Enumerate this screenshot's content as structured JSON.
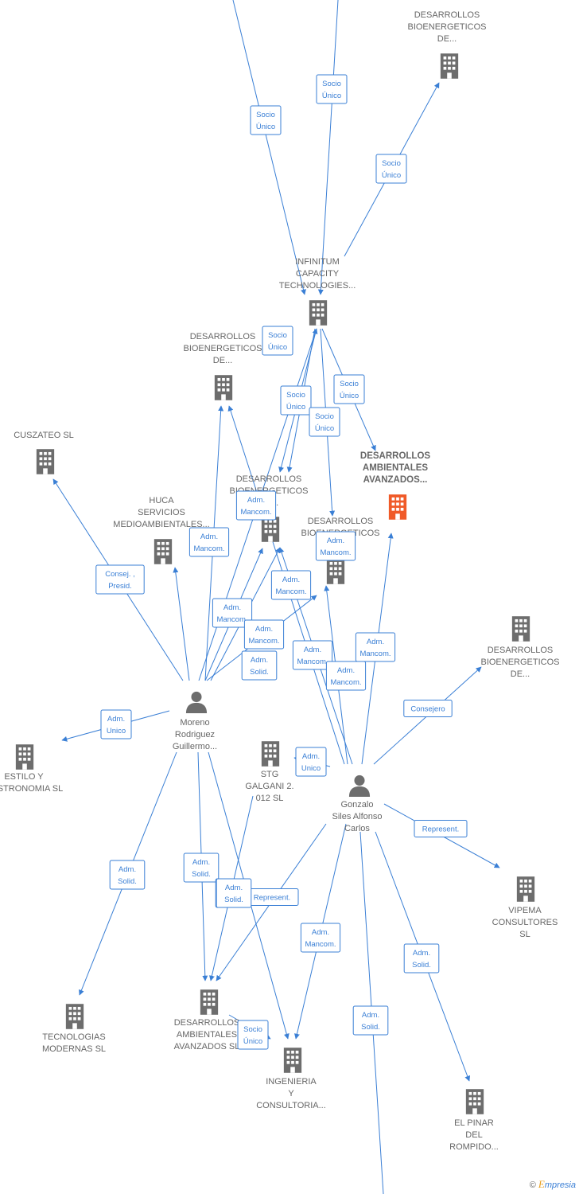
{
  "colors": {
    "edge": "#3a7fd5",
    "company": "#6d6d6d",
    "highlight": "#f05a28",
    "person": "#6d6d6d"
  },
  "brand": {
    "copyright": "©",
    "logo_letter": "E",
    "logo_rest": "mpresia"
  },
  "nodes": [
    {
      "id": "desbio_top",
      "type": "company",
      "lines": [
        "DESARROLLOS",
        "BIOENERGETICOS",
        "DE..."
      ]
    },
    {
      "id": "infinitum",
      "type": "company",
      "lines": [
        "INFINITUM",
        "CAPACITY",
        "TECHNOLOGIES..."
      ]
    },
    {
      "id": "desbio_mid",
      "type": "company",
      "lines": [
        "DESARROLLOS",
        "BIOENERGETICOS",
        "DE..."
      ]
    },
    {
      "id": "cuszateo",
      "type": "company",
      "lines": [
        "CUSZATEO SL"
      ]
    },
    {
      "id": "desamb_hl",
      "type": "company",
      "highlight": true,
      "lines": [
        "DESARROLLOS",
        "AMBIENTALES",
        "AVANZADOS..."
      ]
    },
    {
      "id": "desbio_c",
      "type": "company",
      "lines": [
        "DESARROLLOS",
        "BIOENERGETICOS",
        "DE..."
      ]
    },
    {
      "id": "huca",
      "type": "company",
      "lines": [
        "HUCA",
        "SERVICIOS",
        "MEDIOAMBIENTALES..."
      ]
    },
    {
      "id": "desarr_r",
      "type": "company",
      "lines": [
        "DESARROLLOS",
        "BIOENERGETICOS",
        "DE..."
      ]
    },
    {
      "id": "desbio_right",
      "type": "company",
      "lines": [
        "DESARROLLOS",
        "BIOENERGETICOS",
        "DE..."
      ]
    },
    {
      "id": "moreno",
      "type": "person",
      "lines": [
        "Moreno",
        "Rodriguez",
        "Guillermo..."
      ]
    },
    {
      "id": "estilo",
      "type": "company",
      "lines": [
        "ESTILO Y",
        "GASTRONOMIA SL"
      ]
    },
    {
      "id": "stg",
      "type": "company",
      "lines": [
        "STG",
        "GALGANI 2.",
        "012  SL"
      ]
    },
    {
      "id": "gonzalo",
      "type": "person",
      "lines": [
        "Gonzalo",
        "Siles Alfonso",
        "Carlos"
      ]
    },
    {
      "id": "vipema",
      "type": "company",
      "lines": [
        "VIPEMA",
        "CONSULTORES",
        "SL"
      ]
    },
    {
      "id": "tecno",
      "type": "company",
      "lines": [
        "TECNOLOGIAS",
        "MODERNAS  SL"
      ]
    },
    {
      "id": "desamb_sl",
      "type": "company",
      "lines": [
        "DESARROLLOS",
        "AMBIENTALES",
        "AVANZADOS  SL"
      ]
    },
    {
      "id": "ingenieria",
      "type": "company",
      "lines": [
        "INGENIERIA",
        "Y",
        "CONSULTORIA..."
      ]
    },
    {
      "id": "elpinar",
      "type": "company",
      "lines": [
        "EL PINAR",
        "DEL",
        "ROMPIDO..."
      ]
    }
  ],
  "edges": [
    {
      "from": "top_off_a",
      "to": "infinitum",
      "label": [
        "Socio",
        "Único"
      ]
    },
    {
      "from": "top_off_b",
      "to": "infinitum",
      "label": [
        "Socio",
        "Único"
      ]
    },
    {
      "from": "infinitum",
      "to": "desbio_top",
      "label": [
        "Socio",
        "Único"
      ]
    },
    {
      "from": "infinitum",
      "to": "desbio_c",
      "label": [
        "Socio",
        "Único"
      ]
    },
    {
      "from": "infinitum",
      "to": "desamb_hl",
      "label": [
        "Socio",
        "Único"
      ]
    },
    {
      "from": "infinitum",
      "to": "desarr_r",
      "label": [
        "Socio",
        "Único"
      ]
    },
    {
      "from": "infinitum",
      "to": "desbio_c",
      "label": [
        "Socio",
        "Único"
      ]
    },
    {
      "from": "moreno",
      "to": "cuszateo",
      "label": [
        "Consej. ,",
        "Presid."
      ]
    },
    {
      "from": "moreno",
      "to": "desbio_mid",
      "label": [
        "Adm.",
        "Mancom."
      ]
    },
    {
      "from": "moreno",
      "to": "huca",
      "label": [
        "Adm.",
        "Mancom."
      ]
    },
    {
      "from": "moreno",
      "to": "desbio_c",
      "label": [
        "Adm.",
        "Mancom."
      ]
    },
    {
      "from": "moreno",
      "to": "desarr_r",
      "label": [
        "Adm.",
        "Mancom."
      ]
    },
    {
      "from": "moreno",
      "to": "desbio_c",
      "label": [
        "Adm.",
        "Mancom."
      ]
    },
    {
      "from": "moreno",
      "to": "infinitum",
      "label": [
        "Adm.",
        "Solid."
      ]
    },
    {
      "from": "moreno",
      "to": "estilo",
      "label": [
        "Adm.",
        "Unico"
      ]
    },
    {
      "from": "moreno",
      "to": "tecno",
      "label": [
        "Adm.",
        "Solid."
      ]
    },
    {
      "from": "moreno",
      "to": "desamb_sl",
      "label": [
        "Adm.",
        "Solid."
      ]
    },
    {
      "from": "moreno",
      "to": "ingenieria",
      "label": [
        "Adm.",
        "Solid."
      ]
    },
    {
      "from": "gonzalo",
      "to": "desarr_r",
      "label": [
        "Adm.",
        "Mancom."
      ]
    },
    {
      "from": "gonzalo",
      "to": "desamb_hl",
      "label": [
        "Adm.",
        "Mancom."
      ]
    },
    {
      "from": "gonzalo",
      "to": "desbio_c",
      "label": [
        "Adm.",
        "Mancom."
      ]
    },
    {
      "from": "gonzalo",
      "to": "desbio_mid",
      "label": [
        "Adm.",
        "Mancom."
      ]
    },
    {
      "from": "gonzalo",
      "to": "desbio_right",
      "label": [
        "Consejero"
      ]
    },
    {
      "from": "gonzalo",
      "to": "stg",
      "label": [
        "Adm.",
        "Unico"
      ]
    },
    {
      "from": "gonzalo",
      "to": "vipema",
      "label": [
        "Represent."
      ]
    },
    {
      "from": "gonzalo",
      "to": "desamb_sl",
      "label": [
        "Represent."
      ]
    },
    {
      "from": "gonzalo",
      "to": "ingenieria",
      "label": [
        "Adm.",
        "Mancom."
      ]
    },
    {
      "from": "gonzalo",
      "to": "elpinar",
      "label": [
        "Adm.",
        "Solid."
      ]
    },
    {
      "from": "gonzalo",
      "to": "bottom_off",
      "label": [
        "Adm.",
        "Solid."
      ]
    },
    {
      "from": "stg",
      "to": "desamb_sl",
      "label": [
        "Adm.",
        "Solid."
      ]
    },
    {
      "from": "desamb_sl",
      "to": "ingenieria",
      "label": [
        "Socio",
        "Único"
      ]
    }
  ]
}
